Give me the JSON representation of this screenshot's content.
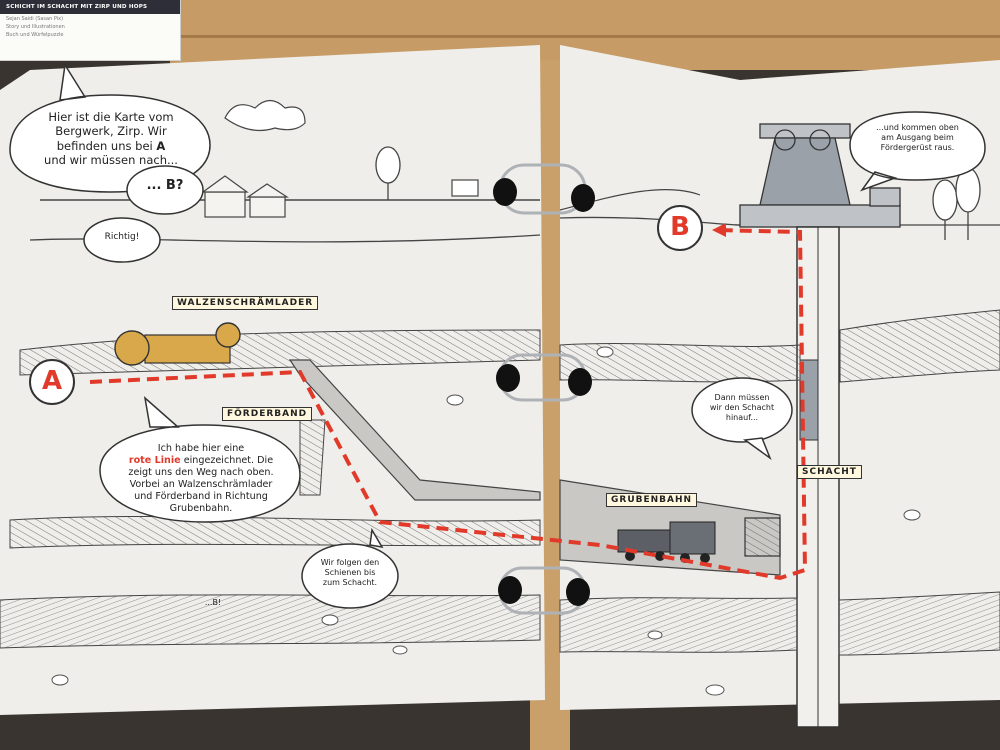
{
  "label_card": {
    "title": "SCHICHT IM SCHACHT MIT ZIRP UND HOPS",
    "line1": "Sejan Saidi (Sasan Pix)",
    "line2": "Story und Illustrationen",
    "line3": "Buch und Würfelpuzzle"
  },
  "bubbles": {
    "map_intro": {
      "line1": "Hier ist die Karte vom",
      "line2": "Bergwerk, Zirp. Wir",
      "line3": "befinden uns bei",
      "letter": "A",
      "line4": "und wir müssen nach..."
    },
    "b_question": "... B?",
    "richtig": "Richtig!",
    "red_line": {
      "pre": "Ich habe hier eine",
      "highlight": "rote Linie",
      "post": "eingezeichnet. Die",
      "line3": "zeigt uns den Weg nach oben.",
      "line4": "Vorbei an Walzenschrämlader",
      "line5": "und Förderband in Richtung",
      "line6": "Grubenbahn."
    },
    "rails": {
      "line1": "Wir folgen den",
      "line2": "Schienen bis",
      "line3": "zum Schacht."
    },
    "shaft_up": {
      "line1": "Dann müssen",
      "line2": "wir den Schacht",
      "line3": "hinauf..."
    },
    "exit": {
      "line1": "...und kommen oben",
      "line2": "am Ausgang beim",
      "line3": "Fördergerüst raus."
    },
    "b_small": "...B!"
  },
  "signs": {
    "walzen": "WALZENSCHRÄMLADER",
    "foerder": "FÖRDERBAND",
    "gruben": "GRUBENBAHN",
    "schacht": "SCHACHT"
  },
  "markers": {
    "a": "A",
    "b": "B"
  },
  "colors": {
    "route_red": "#e13a2a",
    "paper": "#efeeea",
    "board": "#3a3430",
    "wood": "#c79b66"
  }
}
